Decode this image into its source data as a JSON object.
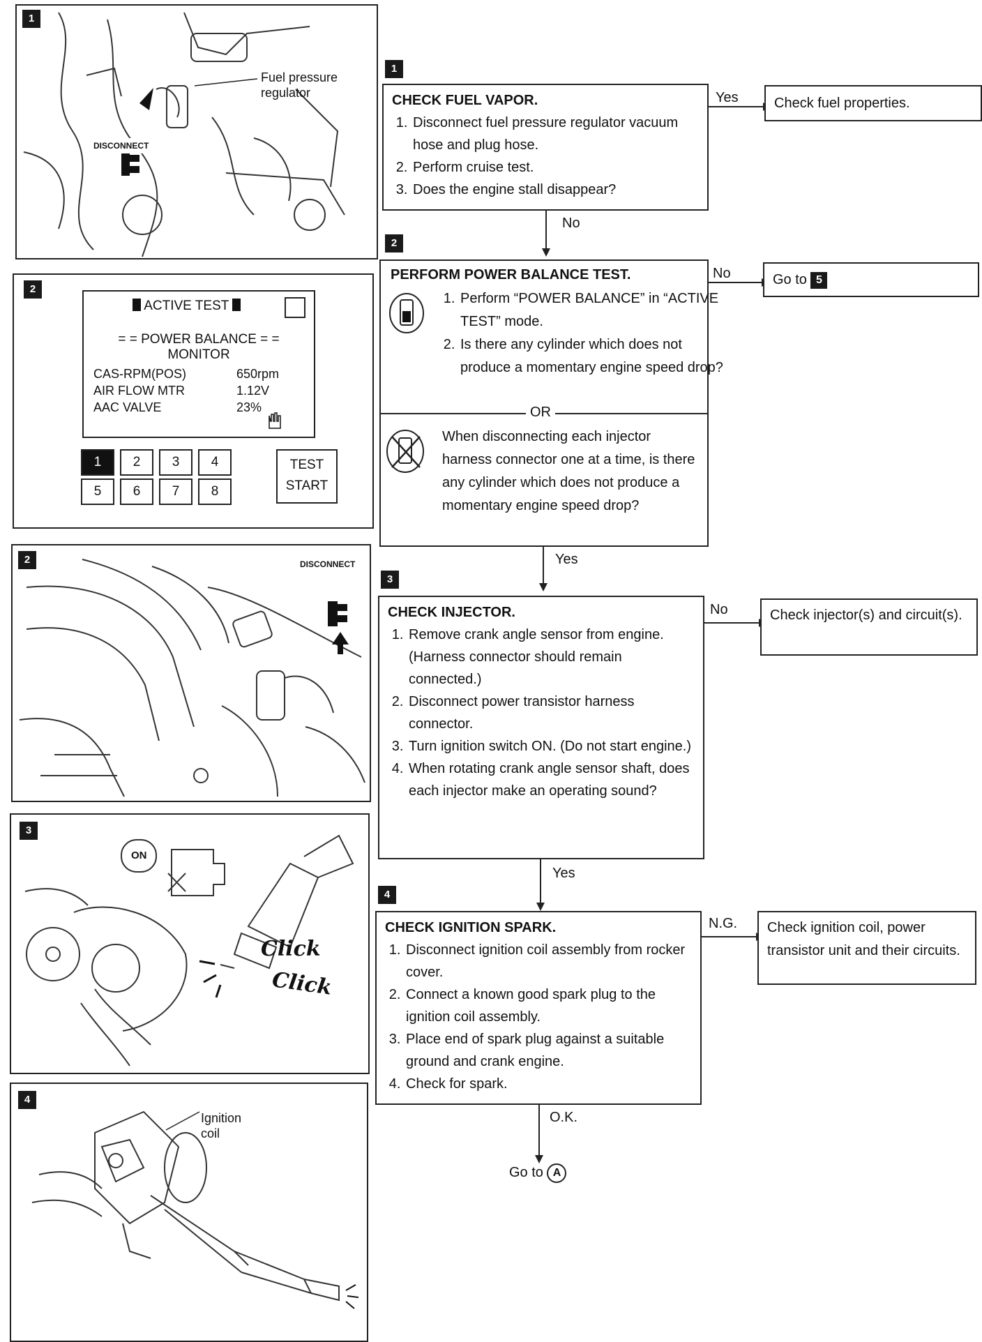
{
  "panels": {
    "p1": {
      "badge": "1",
      "label_line1": "Fuel pressure",
      "label_line2": "regulator",
      "disconnect": "DISCONNECT"
    },
    "p2": {
      "badge": "2",
      "screen_title": "ACTIVE TEST",
      "monitor_line1": "= = POWER BALANCE = =",
      "monitor_line2": "MONITOR",
      "rows": [
        {
          "name": "CAS-RPM(POS)",
          "value": "650rpm"
        },
        {
          "name": "AIR FLOW MTR",
          "value": "1.12V"
        },
        {
          "name": "AAC VALVE",
          "value": "23%"
        }
      ],
      "keys": [
        "1",
        "2",
        "3",
        "4",
        "5",
        "6",
        "7",
        "8"
      ],
      "test_line1": "TEST",
      "test_line2": "START"
    },
    "p3": {
      "badge": "2",
      "disconnect": "DISCONNECT"
    },
    "p4": {
      "badge": "3",
      "on": "ON",
      "click1": "Click",
      "click2": "Click"
    },
    "p5": {
      "badge": "4",
      "label_line1": "Ignition",
      "label_line2": "coil"
    }
  },
  "flow": {
    "step1": {
      "badge": "1",
      "title": "CHECK FUEL VAPOR.",
      "items": [
        "Disconnect fuel pressure regulator vacuum hose and plug hose.",
        "Perform cruise test.",
        "Does the engine stall disappear?"
      ],
      "yes_label": "Yes",
      "yes_result": "Check fuel properties.",
      "no_label": "No"
    },
    "step2": {
      "badge": "2",
      "title": "PERFORM POWER BALANCE TEST.",
      "items": [
        "Perform “POWER BALANCE” in “ACTIVE TEST” mode.",
        "Is there any cylinder which does not produce a momentary engine speed drop?"
      ],
      "or_label": "OR",
      "alt_text": "When disconnecting each injector harness connector one at a time, is there any cylinder which does not produce a momentary engine speed drop?",
      "no_label": "No",
      "no_result_prefix": "Go to",
      "no_result_badge": "5",
      "yes_label": "Yes"
    },
    "step3": {
      "badge": "3",
      "title": "CHECK INJECTOR.",
      "items": [
        "Remove crank angle sensor from engine. (Harness connector should remain connected.)",
        "Disconnect power transistor harness connector.",
        "Turn ignition switch ON. (Do not start engine.)",
        "When rotating crank angle sensor shaft, does each injector make an operating sound?"
      ],
      "no_label": "No",
      "no_result": "Check injector(s) and circuit(s).",
      "yes_label": "Yes"
    },
    "step4": {
      "badge": "4",
      "title": "CHECK IGNITION SPARK.",
      "items": [
        "Disconnect ignition coil assembly from rocker cover.",
        "Connect a known good spark plug to the ignition coil assembly.",
        "Place end of spark plug against a suitable ground and crank engine.",
        "Check for spark."
      ],
      "ng_label": "N.G.",
      "ng_result": "Check ignition coil, power transistor unit and their circuits.",
      "ok_label": "O.K."
    },
    "final": {
      "prefix": "Go to",
      "circle": "A"
    }
  }
}
